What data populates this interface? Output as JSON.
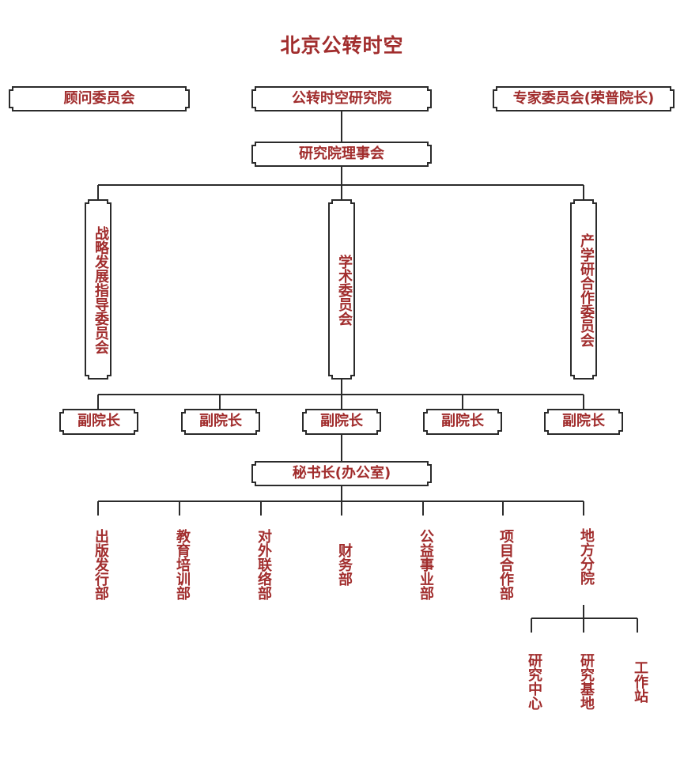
{
  "title": "北京公转时空",
  "colors": {
    "text": "#a12d2d",
    "line": "#2b2b2b",
    "box_fill": "#ffffff"
  },
  "top_row": {
    "left": "顾问委员会",
    "center": "公转时空研究院",
    "right": "专家委员会(荣普院长)"
  },
  "council": "研究院理事会",
  "committees": [
    "战略发展指导委员会",
    "学术委员会",
    "产学研合作委员会"
  ],
  "vice_presidents": [
    "副院长",
    "副院长",
    "副院长",
    "副院长",
    "副院长"
  ],
  "secretary": "秘书长(办公室)",
  "departments": [
    "出版发行部",
    "教育培训部",
    "对外联络部",
    "财务部",
    "公益事业部",
    "项目合作部",
    "地方分院"
  ],
  "branch_units": [
    "研究中心",
    "研究基地",
    "工作站"
  ]
}
